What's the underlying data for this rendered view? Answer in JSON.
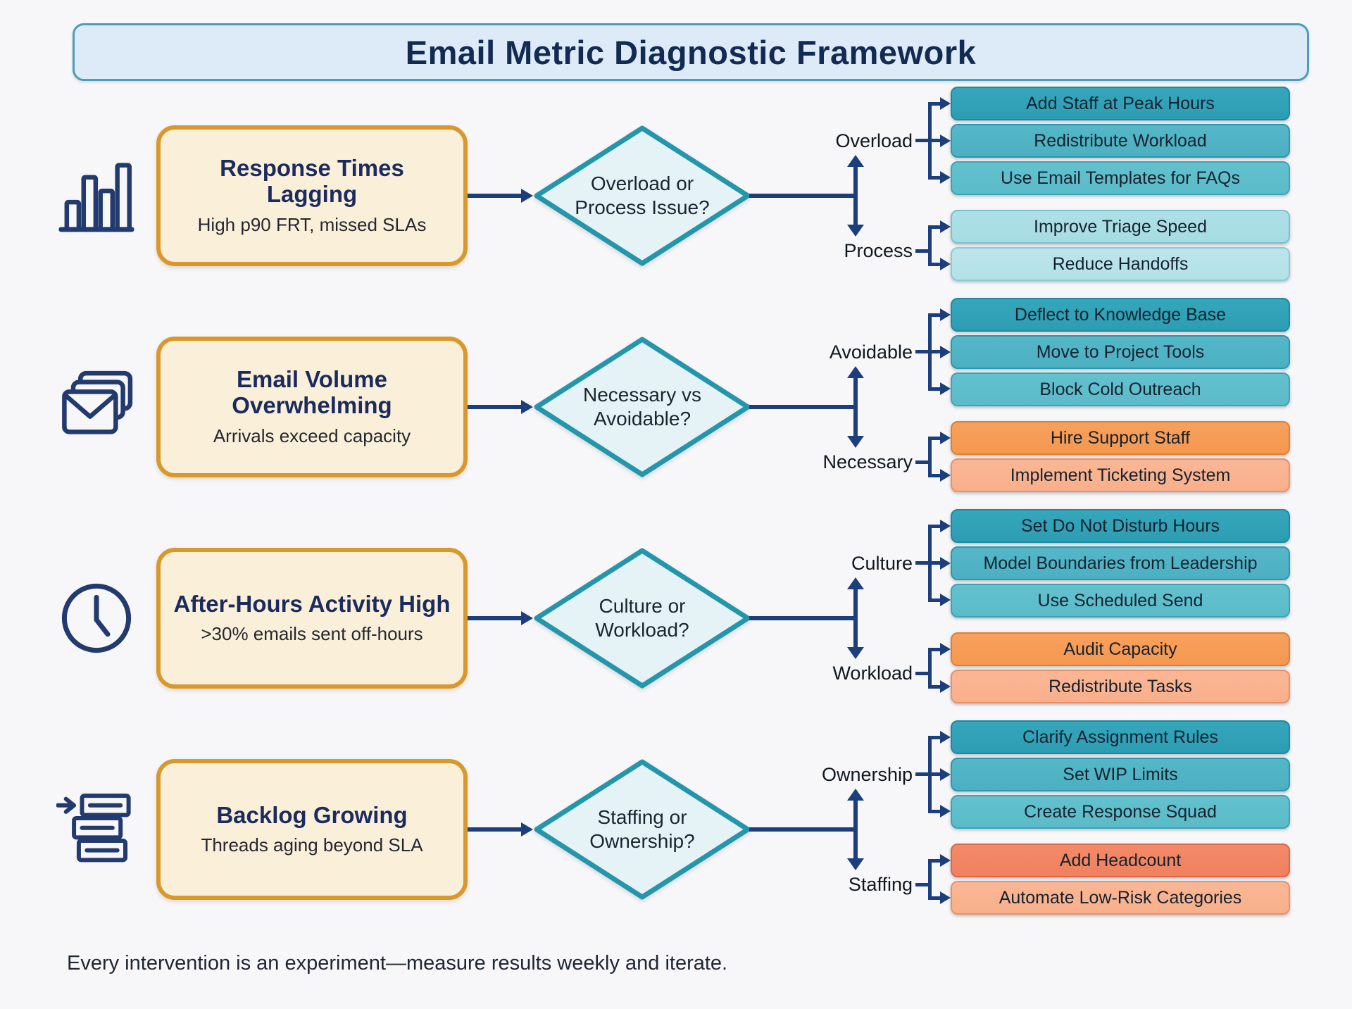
{
  "title": "Email Metric Diagnostic Framework",
  "footer": "Every intervention is an experiment—measure results weekly and iterate.",
  "colors": {
    "background": "#f7f7f9",
    "title_bg": "#ddebf9",
    "title_border": "#4e9cb8",
    "connector_navy": "#1c3e7d",
    "problem_border": "#d9982c",
    "problem_bg": "#faf0da",
    "diamond_border": "#2496ab",
    "diamond_bg": "#e6f3f6",
    "palette": {
      "teal_dark": "#2c9db3",
      "teal_mid": "#4bb0c2",
      "teal_mid2": "#5abbc9",
      "teal_light": "#a6dce3",
      "teal_light2": "#b3e2e7",
      "orange": "#f6984f",
      "salmon": "#f9af8b",
      "coral": "#f0815f"
    }
  },
  "rows": [
    {
      "icon": "bar-chart-icon",
      "problem": {
        "title": "Response Times Lagging",
        "subtitle": "High p90 FRT, missed SLAs"
      },
      "decision": "Overload or Process Issue?",
      "branches": [
        {
          "label": "Overload",
          "actions": [
            "Add Staff at Peak Hours",
            "Redistribute Workload",
            "Use Email Templates for FAQs"
          ]
        },
        {
          "label": "Process",
          "actions": [
            "Improve Triage Speed",
            "Reduce Handoffs"
          ]
        }
      ]
    },
    {
      "icon": "email-stack-icon",
      "problem": {
        "title": "Email Volume Overwhelming",
        "subtitle": "Arrivals exceed capacity"
      },
      "decision": "Necessary vs Avoidable?",
      "branches": [
        {
          "label": "Avoidable",
          "actions": [
            "Deflect to Knowledge Base",
            "Move to Project Tools",
            "Block Cold Outreach"
          ]
        },
        {
          "label": "Necessary",
          "actions": [
            "Hire Support Staff",
            "Implement Ticketing System"
          ]
        }
      ]
    },
    {
      "icon": "clock-icon",
      "problem": {
        "title": "After-Hours Activity High",
        "subtitle": ">30% emails sent off-hours"
      },
      "decision": "Culture or Workload?",
      "branches": [
        {
          "label": "Culture",
          "actions": [
            "Set Do Not Disturb Hours",
            "Model Boundaries from Leadership",
            "Use Scheduled Send"
          ]
        },
        {
          "label": "Workload",
          "actions": [
            "Audit Capacity",
            "Redistribute Tasks"
          ]
        }
      ]
    },
    {
      "icon": "backlog-stack-icon",
      "problem": {
        "title": "Backlog Growing",
        "subtitle": "Threads aging beyond SLA"
      },
      "decision": "Staffing or Ownership?",
      "branches": [
        {
          "label": "Ownership",
          "actions": [
            "Clarify Assignment Rules",
            "Set WIP Limits",
            "Create Response Squad"
          ]
        },
        {
          "label": "Staffing",
          "actions": [
            "Add Headcount",
            "Automate Low-Risk Categories"
          ]
        }
      ]
    }
  ]
}
